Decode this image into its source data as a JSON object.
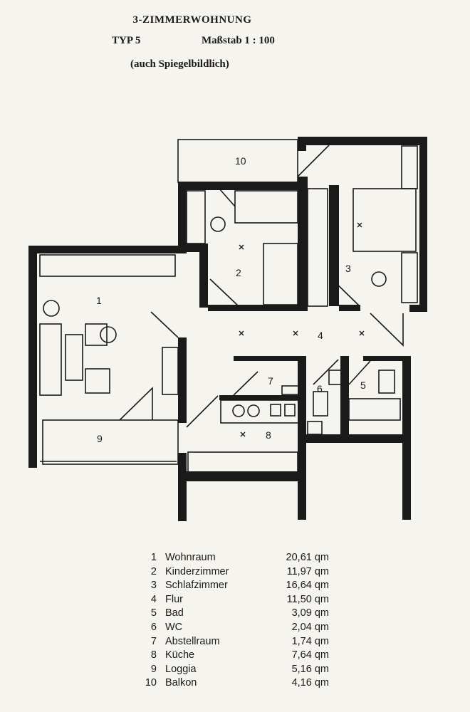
{
  "header": {
    "title": "3-ZIMMERWOHNUNG",
    "type": "TYP 5",
    "scale": "Maßstab 1 : 100",
    "note": "(auch Spiegelbildlich)"
  },
  "rooms": [
    {
      "number": "1",
      "name": "Wohnraum",
      "area": "20,61 qm"
    },
    {
      "number": "2",
      "name": "Kinderzimmer",
      "area": "11,97 qm"
    },
    {
      "number": "3",
      "name": "Schlafzimmer",
      "area": "16,64 qm"
    },
    {
      "number": "4",
      "name": "Flur",
      "area": "11,50 qm"
    },
    {
      "number": "5",
      "name": "Bad",
      "area": "3,09 qm"
    },
    {
      "number": "6",
      "name": "WC",
      "area": "2,04 qm"
    },
    {
      "number": "7",
      "name": "Abstellraum",
      "area": "1,74 qm"
    },
    {
      "number": "8",
      "name": "Küche",
      "area": "7,64 qm"
    },
    {
      "number": "9",
      "name": "Loggia",
      "area": "5,16 qm"
    },
    {
      "number": "10",
      "name": "Balkon",
      "area": "4,16 qm"
    }
  ],
  "colors": {
    "wall": "#1a1a1a",
    "paper": "#f6f4ee"
  }
}
